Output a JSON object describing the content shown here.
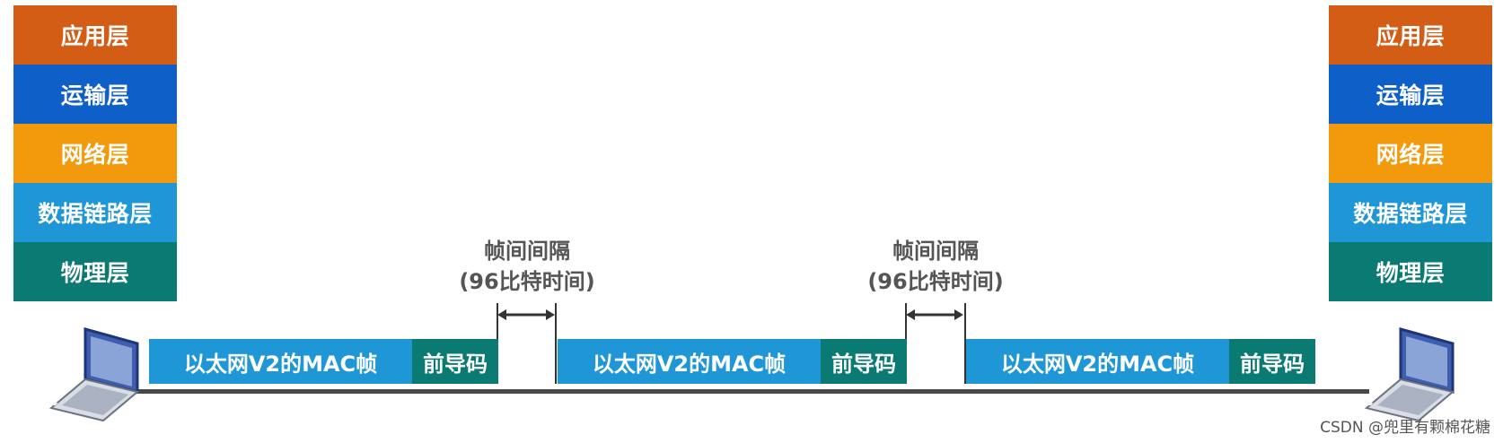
{
  "stack_left": {
    "layers": [
      {
        "label": "应用层",
        "color": "#d45d16"
      },
      {
        "label": "运输层",
        "color": "#0f5fc9"
      },
      {
        "label": "网络层",
        "color": "#f39a0c"
      },
      {
        "label": "数据链路层",
        "color": "#1f97d6"
      },
      {
        "label": "物理层",
        "color": "#0b7a72"
      }
    ]
  },
  "stack_right": {
    "layers": [
      {
        "label": "应用层",
        "color": "#d45d16"
      },
      {
        "label": "运输层",
        "color": "#0f5fc9"
      },
      {
        "label": "网络层",
        "color": "#f39a0c"
      },
      {
        "label": "数据链路层",
        "color": "#1f97d6"
      },
      {
        "label": "物理层",
        "color": "#0b7a72"
      }
    ]
  },
  "frames": [
    {
      "mac_label": "以太网V2的MAC帧",
      "preamble_label": "前导码"
    },
    {
      "mac_label": "以太网V2的MAC帧",
      "preamble_label": "前导码"
    },
    {
      "mac_label": "以太网V2的MAC帧",
      "preamble_label": "前导码"
    }
  ],
  "gaps": [
    {
      "line1": "帧间间隔",
      "line2": "(96比特时间)"
    },
    {
      "line1": "帧间间隔",
      "line2": "(96比特时间)"
    }
  ],
  "icons": {
    "left_host": "laptop-icon",
    "right_host": "laptop-icon",
    "gap_arrow": "double-arrow-icon"
  },
  "colors": {
    "mac_frame": "#1f97d6",
    "preamble": "#0b7a72",
    "wire": "#4a4a4a"
  },
  "watermark": "CSDN @兜里有颗棉花糖"
}
